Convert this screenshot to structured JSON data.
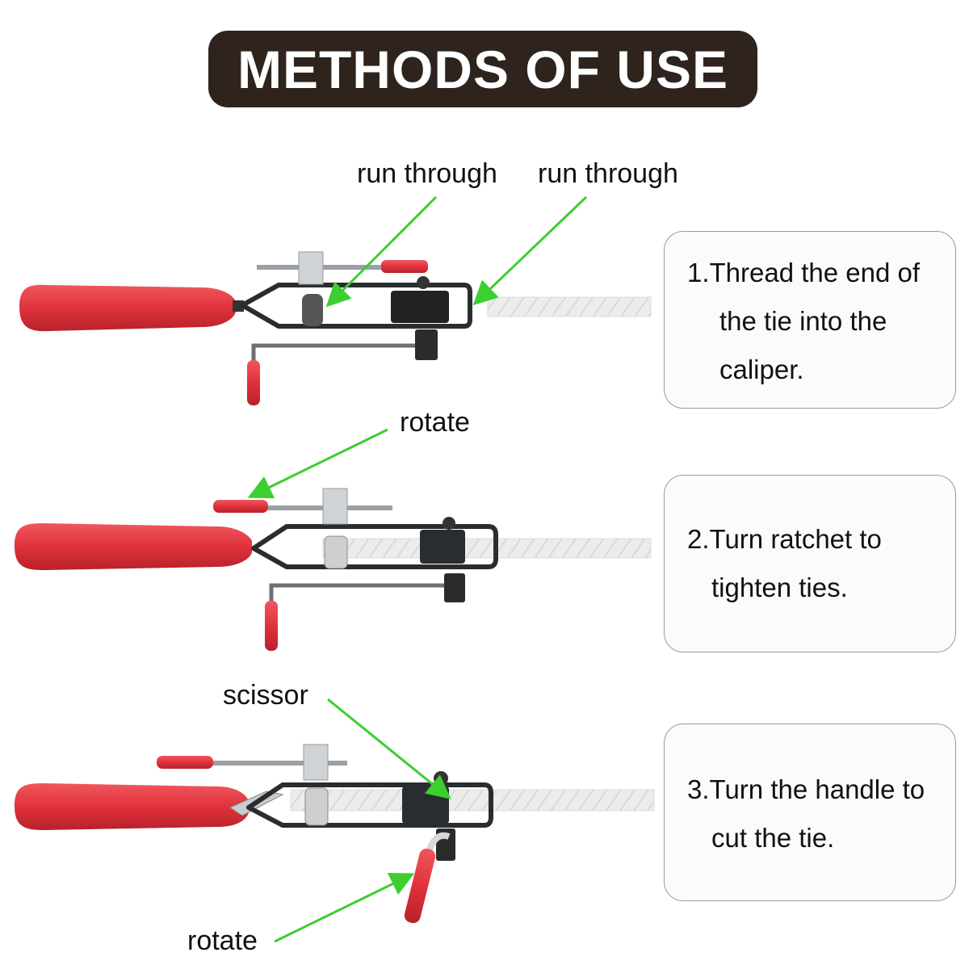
{
  "header": {
    "title": "METHODS OF USE"
  },
  "labels": {
    "run_through_1": "run through",
    "run_through_2": "run through",
    "rotate_1": "rotate",
    "scissor": "scissor",
    "rotate_2": "rotate"
  },
  "steps": [
    {
      "lines": [
        "1.Thread the end of",
        "the tie into the",
        "caliper."
      ]
    },
    {
      "lines": [
        "2.Turn ratchet to",
        "tighten ties."
      ]
    },
    {
      "lines": [
        "3.Turn the handle to",
        "cut the tie."
      ]
    }
  ],
  "colors": {
    "banner_bg": "#2e241d",
    "handle_red": "#e0323c",
    "arrow_green": "#3dce2f",
    "frame_dark": "#2a2d30",
    "strap": "#e6e6e6"
  }
}
